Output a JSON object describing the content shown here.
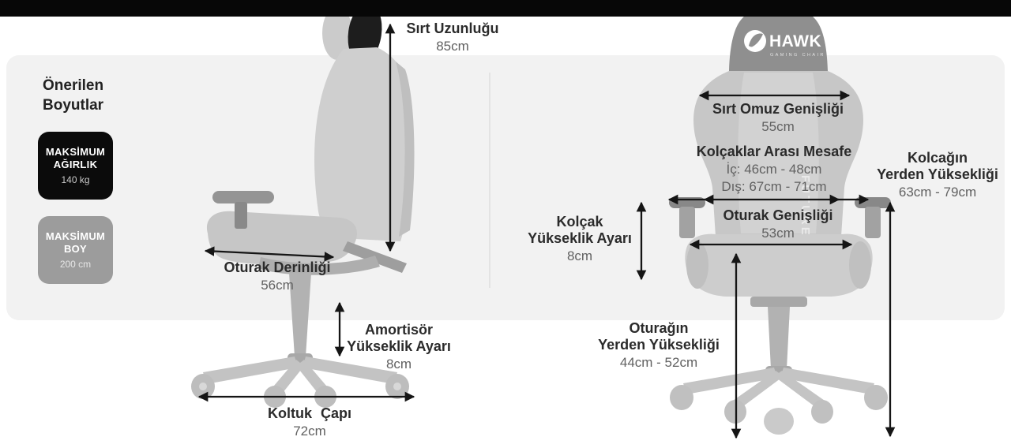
{
  "brand": {
    "name": "HAWK",
    "tagline": "GAMING CHAIR"
  },
  "watermark": "FUTURE",
  "recommended": {
    "title_line1": "Önerilen",
    "title_line2": "Boyutlar",
    "max_weight": {
      "label_line1": "MAKSİMUM",
      "label_line2": "AĞIRLIK",
      "value": "140 kg"
    },
    "max_height": {
      "label_line1": "MAKSİMUM",
      "label_line2": "BOY",
      "value": "200 cm"
    }
  },
  "side_view": {
    "back_length": {
      "label": "Sırt Uzunluğu",
      "value": "85cm"
    },
    "seat_depth": {
      "label": "Oturak Derinliği",
      "value": "56cm"
    },
    "piston_height": {
      "label_line1": "Amortisör",
      "label_line2": "Yükseklik Ayarı",
      "value": "8cm"
    },
    "base_diameter": {
      "label": "Koltuk Çapı",
      "value": "72cm"
    }
  },
  "front_view": {
    "shoulder_width": {
      "label": "Sırt Omuz Genişliği",
      "value": "55cm"
    },
    "armrest_distance": {
      "label": "Kolçaklar Arası Mesafe",
      "inner": "İç: 46cm - 48cm",
      "outer": "Dış: 67cm - 71cm"
    },
    "armrest_floor": {
      "label_line1": "Kolcağın",
      "label_line2": "Yerden Yüksekliği",
      "value": "63cm - 79cm"
    },
    "armrest_adjust": {
      "label_line1": "Kolçak",
      "label_line2": "Yükseklik Ayarı",
      "value": "8cm"
    },
    "seat_width": {
      "label": "Oturak Genişliği",
      "value": "53cm"
    },
    "seat_floor": {
      "label_line1": "Oturağın",
      "label_line2": "Yerden Yüksekliği",
      "value": "44cm - 52cm"
    }
  },
  "colors": {
    "top_bar": "#070707",
    "panel_bg": "#f2f2f2",
    "badge_black": "#0b0b0b",
    "badge_gray": "#9c9c9c",
    "label_text": "#2b2b2b",
    "value_text": "#616161",
    "arrow": "#151515"
  }
}
